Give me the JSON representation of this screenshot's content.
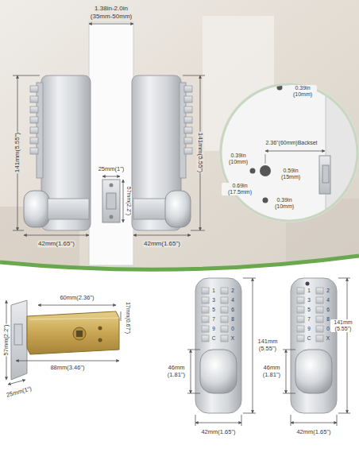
{
  "diagram": {
    "labels": [
      "1.38in-2.0in",
      "(35mm-50mm)",
      "141mm(5.55\")",
      "141mm(5.55\")",
      "25mm(1\")",
      "57mm(2.2\")",
      "42mm(1.65\")",
      "42mm(1.65\")",
      "0.39in (10mm)",
      "2.36\"(60mm)Backset",
      "0.39in (10mm)",
      "0.69in (17.5mm)",
      "0.59in (15mm)",
      "0.39in (10mm)",
      "60mm(2.36\")",
      "17mm(0.67\")",
      "57mm(2.2\")",
      "88mm(3.46\")",
      "25mm(1\")",
      "141mm (5.55\")",
      "141mm (5.55\")",
      "46mm (1.81\")",
      "46mm (1.81\")",
      "42mm(1.65\")",
      "42mm(1.65\")",
      "1",
      "2",
      "3",
      "4",
      "5",
      "6",
      "7",
      "8",
      "9",
      "0",
      "C",
      "X",
      "1",
      "2",
      "3",
      "4",
      "5",
      "6",
      "7",
      "8",
      "9",
      "0",
      "C",
      "X"
    ]
  }
}
